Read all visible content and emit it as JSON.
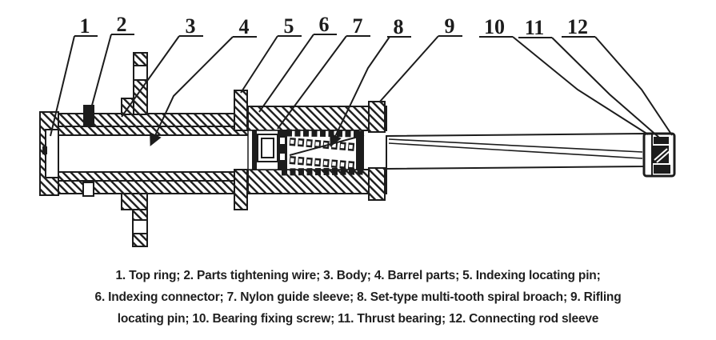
{
  "figure": {
    "background_color": "#ffffff",
    "ink_color": "#1c1c1c",
    "type": "mechanical-assembly-cross-section"
  },
  "diagram": {
    "labels": [
      {
        "number": "1",
        "part": "Top ring"
      },
      {
        "number": "2",
        "part": "Parts tightening wire"
      },
      {
        "number": "3",
        "part": "Body"
      },
      {
        "number": "4",
        "part": "Barrel parts"
      },
      {
        "number": "5",
        "part": "Indexing locating pin"
      },
      {
        "number": "6",
        "part": "Indexing connector"
      },
      {
        "number": "7",
        "part": "Nylon guide sleeve"
      },
      {
        "number": "8",
        "part": "Set-type multi-tooth spiral broach"
      },
      {
        "number": "9",
        "part": "Rifling locating pin"
      },
      {
        "number": "10",
        "part": "Bearing fixing screw"
      },
      {
        "number": "11",
        "part": "Thrust bearing"
      },
      {
        "number": "12",
        "part": "Connecting rod sleeve"
      }
    ]
  },
  "caption": {
    "lines": [
      "1. Top ring; 2. Parts tightening wire; 3. Body; 4. Barrel parts; 5. Indexing locating pin;",
      "6. Indexing connector; 7. Nylon guide sleeve; 8. Set-type multi-tooth spiral broach; 9. Rifling",
      "locating pin; 10. Bearing fixing screw; 11. Thrust bearing; 12. Connecting rod sleeve"
    ]
  }
}
